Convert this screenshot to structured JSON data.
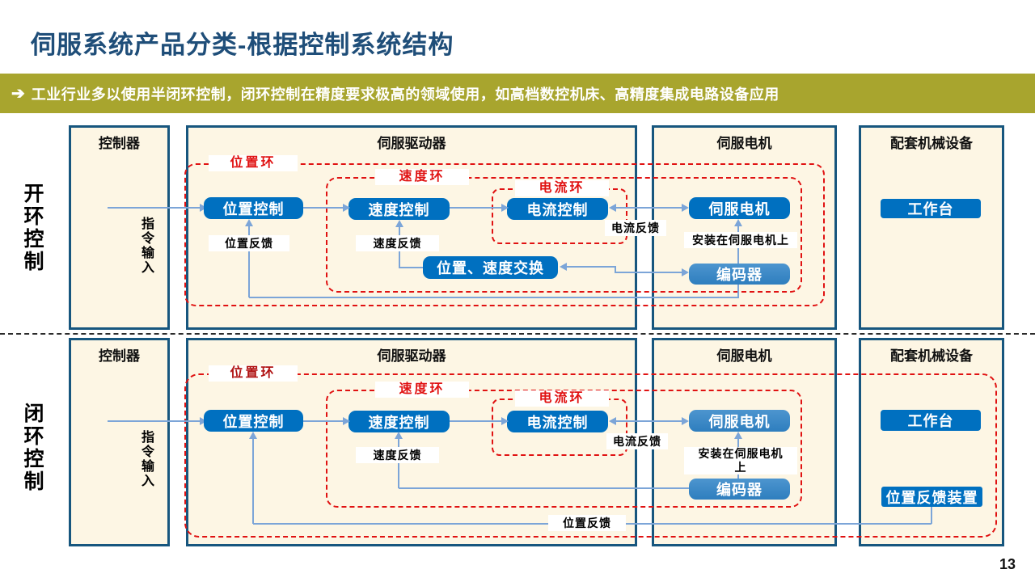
{
  "page": {
    "title": "伺服系统产品分类-根据控制系统结构",
    "page_number": "13"
  },
  "banner": {
    "arrow": "➔",
    "text": "工业行业多以使用半闭环控制，闭环控制在精度要求极高的领域使用，如高档数控机床、高精度集成电路设备应用"
  },
  "colors": {
    "title_blue": "#1F4E79",
    "banner_olive": "#A8A52E",
    "panel_cream": "#FDF6E4",
    "panel_border": "#17567E",
    "node_blue": "#0070C0",
    "node_blue_light": "#3E8BC8",
    "loop_red": "#E01212",
    "connector_blue": "#7CA5D8"
  },
  "open_loop": {
    "side_label": "开环控制",
    "command_input": "指令输入",
    "containers": {
      "controller": "控制器",
      "driver": "伺服驱动器",
      "motor": "伺服电机",
      "equipment": "配套机械设备"
    },
    "loops": {
      "position": "位置环",
      "speed": "速度环",
      "current": "电流环"
    },
    "nodes": {
      "position_control": "位置控制",
      "speed_control": "速度控制",
      "current_control": "电流控制",
      "servo_motor": "伺服电机",
      "worktable": "工作台",
      "pos_speed_exchange": "位置、速度交换",
      "encoder": "编码器"
    },
    "labels": {
      "position_feedback": "位置反馈",
      "speed_feedback": "速度反馈",
      "current_feedback": "电流反馈",
      "mounted_on_motor": "安装在伺服电机上"
    }
  },
  "closed_loop": {
    "side_label": "闭环控制",
    "command_input": "指令输入",
    "containers": {
      "controller": "控制器",
      "driver": "伺服驱动器",
      "motor": "伺服电机",
      "equipment": "配套机械设备"
    },
    "loops": {
      "position": "位置环",
      "speed": "速度环",
      "current": "电流环"
    },
    "nodes": {
      "position_control": "位置控制",
      "speed_control": "速度控制",
      "current_control": "电流控制",
      "servo_motor": "伺服电机",
      "worktable": "工作台",
      "encoder": "编码器",
      "position_feedback_device": "位置反馈装置"
    },
    "labels": {
      "position_feedback": "位置反馈",
      "speed_feedback": "速度反馈",
      "current_feedback": "电流反馈",
      "mounted_on_motor_line1": "安装在伺服电机",
      "mounted_on_motor_line2": "上"
    }
  }
}
